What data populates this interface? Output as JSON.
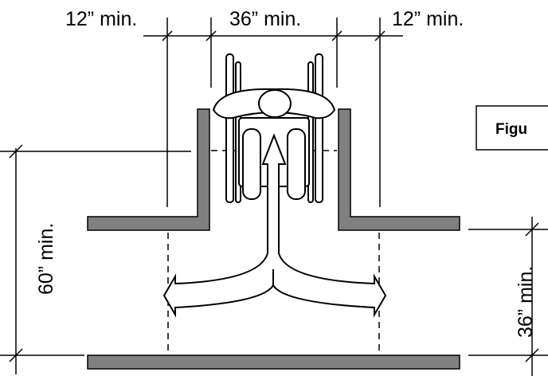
{
  "dimensions": {
    "top_left": "12” min.",
    "top_center": "36” min.",
    "top_right": "12” min.",
    "left_vertical": "60” min.",
    "right_vertical": "36” min."
  },
  "figure_label": "Figu",
  "colors": {
    "wall_fill": "#808080",
    "line": "#000000",
    "background": "#ffffff"
  },
  "icons": {
    "user": "wheelchair-user-icon",
    "path": "turn-arrow-icon"
  }
}
